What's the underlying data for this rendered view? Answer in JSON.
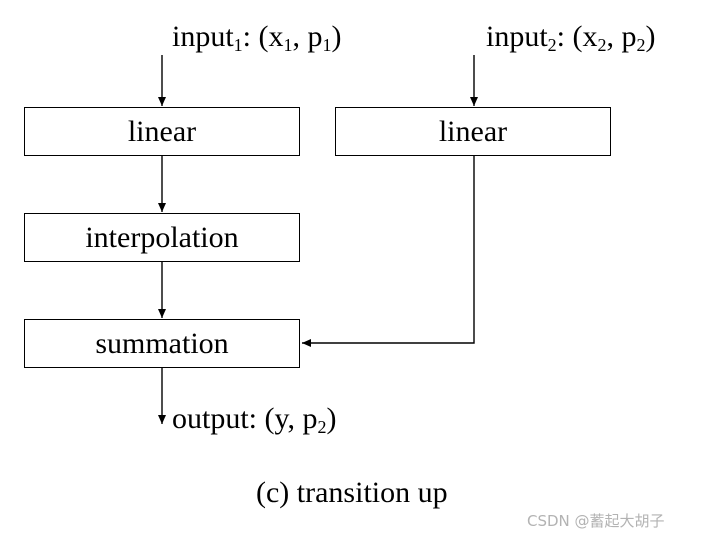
{
  "diagram": {
    "input1": {
      "name": "input",
      "index": "1",
      "coord_open": ": (x",
      "coord_index": "1",
      "sep": ", p",
      "p_index": "1",
      "close": ")"
    },
    "input2": {
      "name": "input",
      "index": "2",
      "coord_open": ": (x",
      "coord_index": "2",
      "sep": ", p",
      "p_index": "2",
      "close": ")"
    },
    "output": {
      "text": "output: (y, p",
      "p_index": "2",
      "close": ")"
    },
    "boxes": {
      "linear_left": "linear",
      "linear_right": "linear",
      "interpolation": "interpolation",
      "summation": "summation"
    },
    "caption": "(c) transition up"
  },
  "watermark": "CSDN @蓄起大胡子"
}
